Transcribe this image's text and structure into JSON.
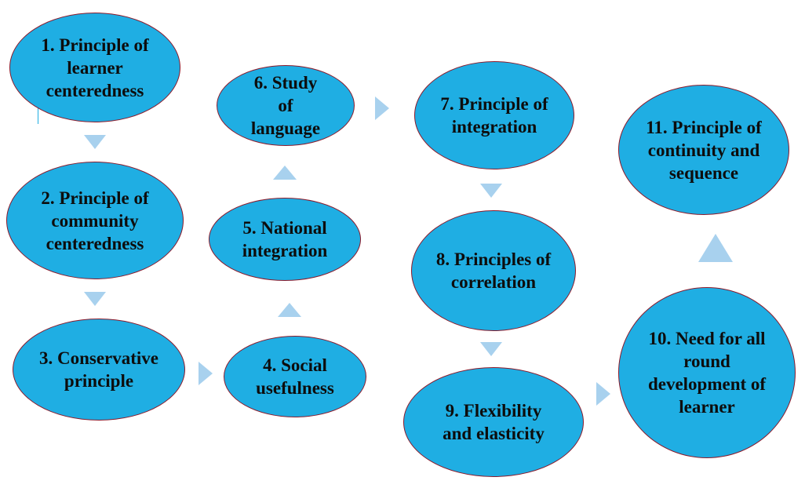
{
  "nodes": {
    "n1": "1. Principle of learner centeredness",
    "n2": "2. Principle of community centeredness",
    "n3": "3. Conservative principle",
    "n4": "4. Social usefulness",
    "n5": "5. National integration",
    "n6": "6. Study of language",
    "n7": "7. Principle of integration",
    "n8": "8. Principles of correlation",
    "n9": "9. Flexibility and elasticity",
    "n10": "10. Need for all round development of learner",
    "n11": "11. Principle of continuity and sequence"
  },
  "colors": {
    "node_fill": "#1faee3",
    "node_border": "#8b1a2b",
    "arrow": "#a8d1ee",
    "text": "#0d0d0d"
  }
}
